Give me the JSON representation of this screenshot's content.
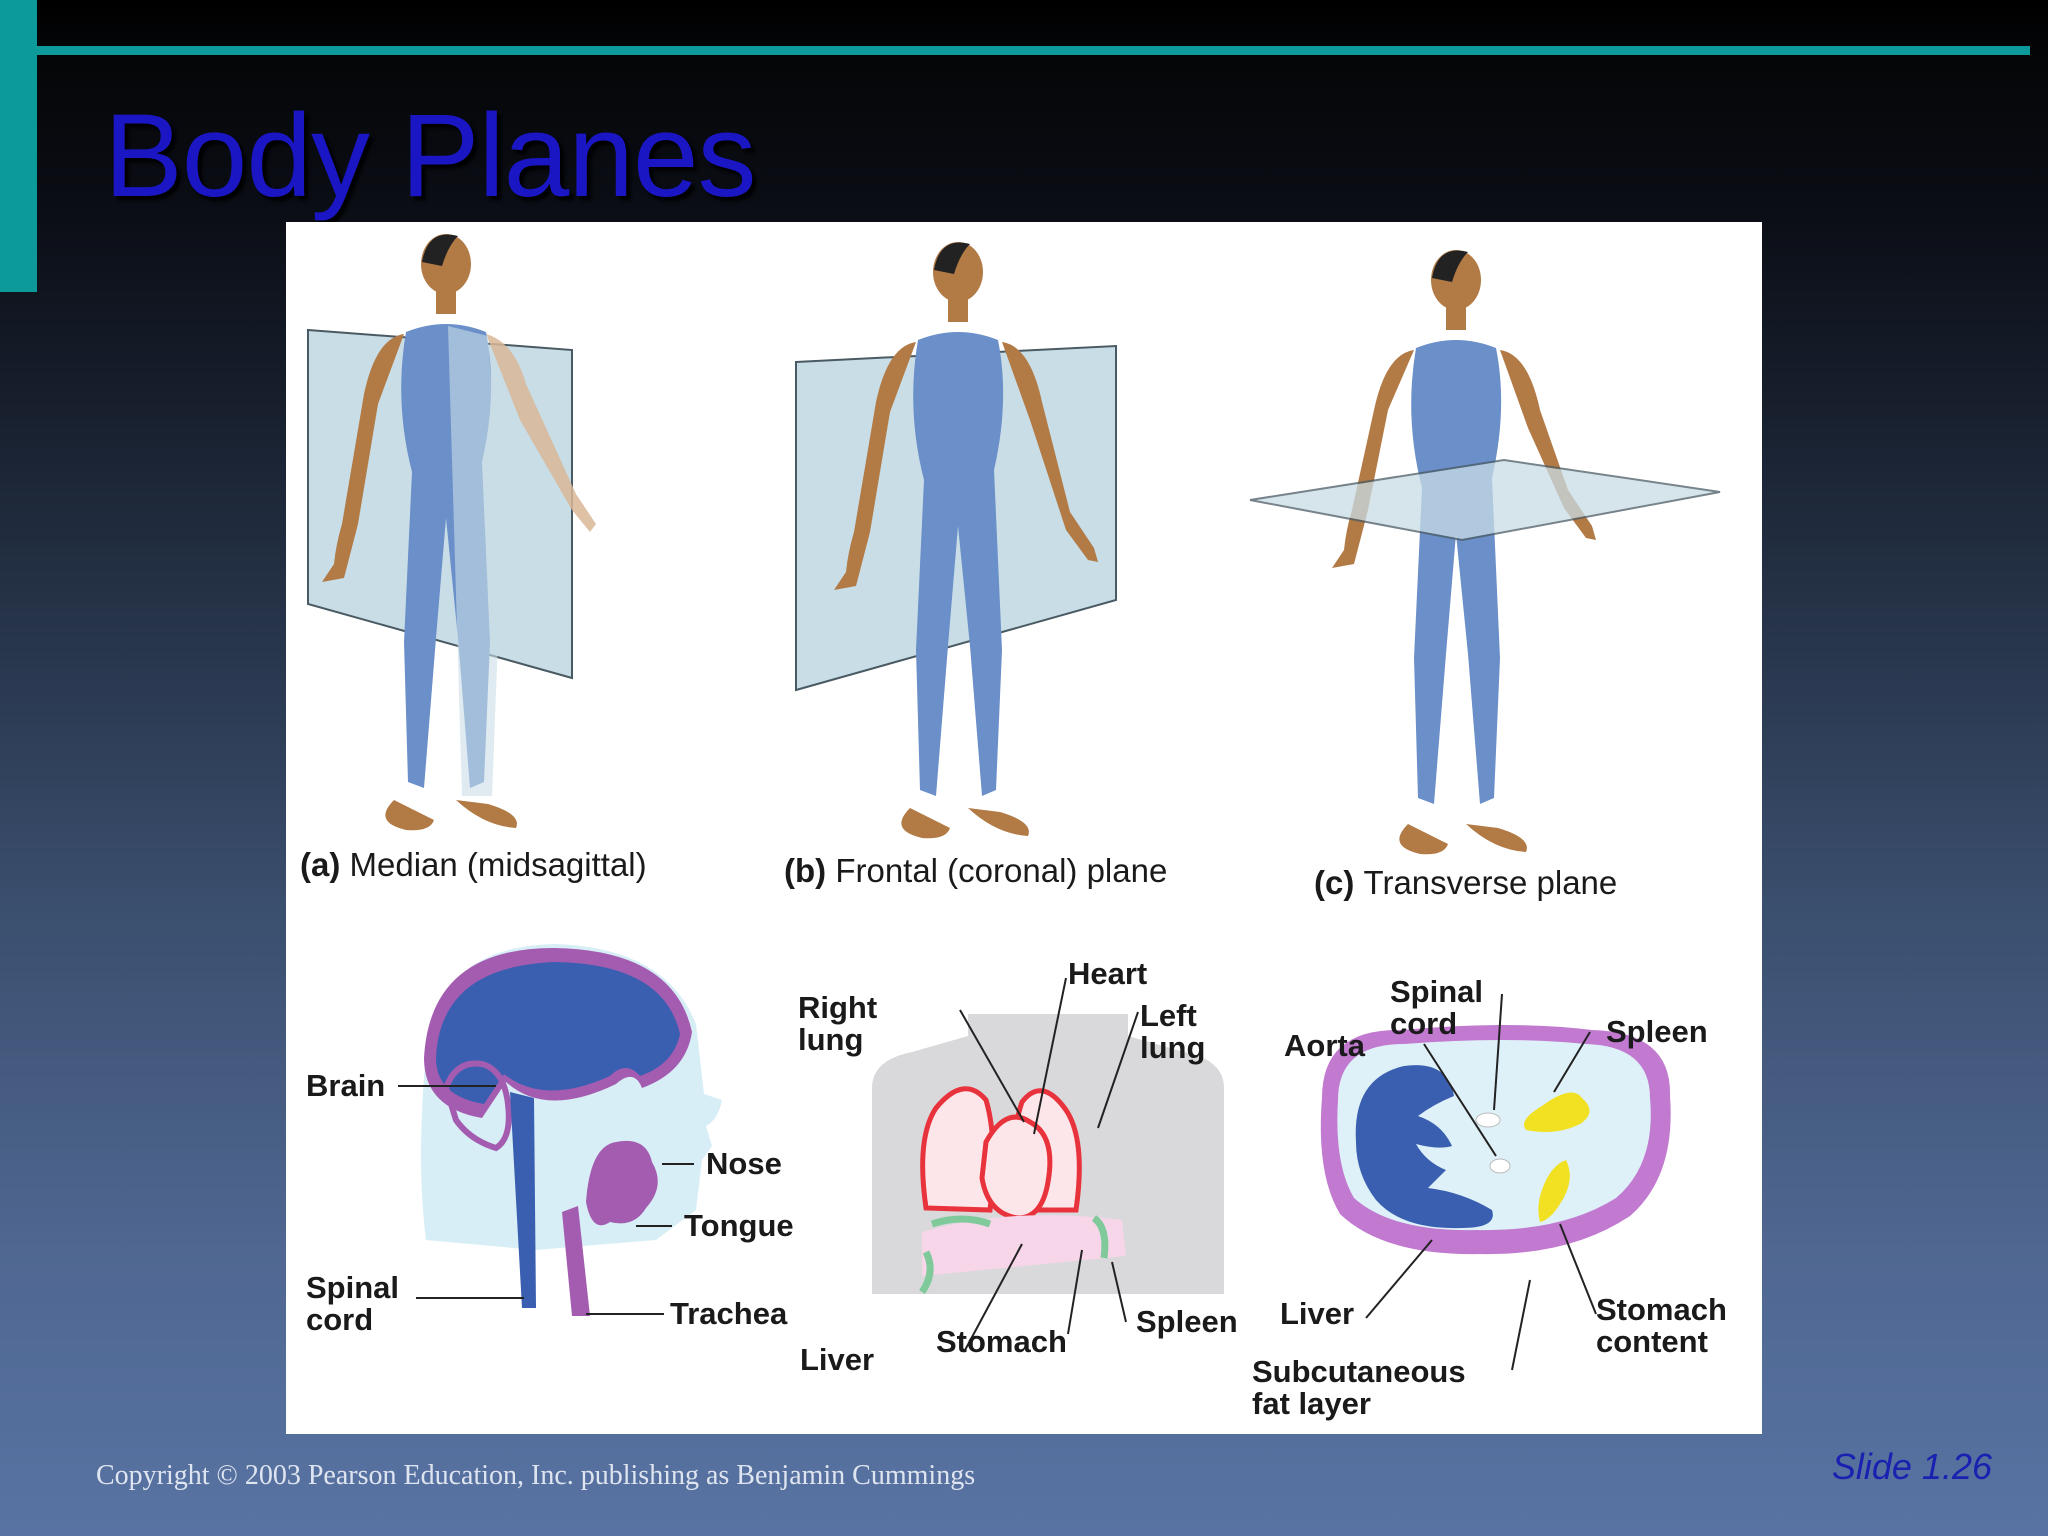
{
  "slide": {
    "title": "Body Planes",
    "footer": "Copyright © 2003 Pearson Education, Inc. publishing as Benjamin Cummings",
    "slide_number": "Slide 1.26"
  },
  "colors": {
    "accent": "#0d9a9a",
    "title": "#1a16c4",
    "body_suit": "#6a8fc9",
    "skin": "#b27a45",
    "plane": "#c9dde6",
    "organ_purple": "#a45cb1",
    "organ_blue": "#3a5fb0",
    "organ_yellow": "#f2e023",
    "lung_red": "#e8323c"
  },
  "figure": {
    "panels": [
      {
        "id": "a",
        "letter": "(a)",
        "caption": "Median (midsagittal)"
      },
      {
        "id": "b",
        "letter": "(b)",
        "caption": "Frontal (coronal) plane"
      },
      {
        "id": "c",
        "letter": "(c)",
        "caption": "Transverse plane"
      }
    ],
    "head_section": {
      "brain": "Brain",
      "nose": "Nose",
      "tongue": "Tongue",
      "spinal_cord_1": "Spinal",
      "spinal_cord_2": "cord",
      "trachea": "Trachea"
    },
    "thorax_section": {
      "right_lung_1": "Right",
      "right_lung_2": "lung",
      "heart": "Heart",
      "left_lung_1": "Left",
      "left_lung_2": "lung",
      "liver": "Liver",
      "stomach": "Stomach",
      "spleen": "Spleen"
    },
    "abdomen_section": {
      "spinal_cord_1": "Spinal",
      "spinal_cord_2": "cord",
      "aorta": "Aorta",
      "spleen": "Spleen",
      "liver": "Liver",
      "stomach_content_1": "Stomach",
      "stomach_content_2": "content",
      "fat_1": "Subcutaneous",
      "fat_2": "fat layer"
    }
  }
}
